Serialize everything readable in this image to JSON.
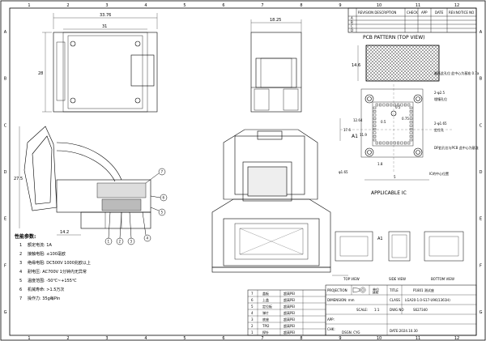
{
  "grid": {
    "cols": [
      "1",
      "2",
      "3",
      "4",
      "5",
      "6",
      "7",
      "8",
      "9",
      "10",
      "11",
      "12"
    ],
    "rows": [
      "A",
      "B",
      "C",
      "D",
      "E",
      "F",
      "G"
    ]
  },
  "revision": {
    "headers": [
      "REVISION DESCRIPTION",
      "CHECK",
      "APP",
      "DATE",
      "REV.NOTICE NO"
    ],
    "symbols": [
      "A",
      "B",
      "C",
      "D"
    ]
  },
  "dims": {
    "top_overall": "33.76",
    "top_inner": "31",
    "top_height": "28",
    "side_width": "18.25",
    "left_height": "27.5",
    "left_base": "14.2",
    "pcb_w": "14.6",
    "pcb_h": "17.6",
    "pcb_pitch_a": "0.5",
    "pcb_pitch_b": "0.5",
    "pcb_dim_c": "12.64",
    "pcb_dim_d": "11.9",
    "pcb_dim_e": "1.8",
    "pcb_dim_f": "5",
    "pcb_dim_g": "0.75"
  },
  "pcb": {
    "title": "PCB PATTERN (TOP VIEW)",
    "a1": "A1",
    "hole1": "2-φ2.5",
    "hole2": "2-φ1.65",
    "hole3": "φ1.65",
    "note1": "最低此孔位 此中心为基准 0.7a",
    "note2": "埋镶孔位",
    "note3": "定位孔",
    "note4": "DP此孔位与PCB 此中心为基准",
    "note5": "IC的中心位置",
    "applicable": "APPLICABLE IC"
  },
  "callouts": [
    "1",
    "2",
    "3",
    "4",
    "5",
    "6",
    "7"
  ],
  "specs": {
    "heading": "性能参数:",
    "items": [
      {
        "num": "1",
        "text": "额定电流: 1A"
      },
      {
        "num": "2",
        "text": "接触电阻: ≤100毫欧"
      },
      {
        "num": "3",
        "text": "绝缘电阻: DC500V 1000兆欧以上"
      },
      {
        "num": "4",
        "text": "耐电压:   AC700V 1分钟内无异常"
      },
      {
        "num": "5",
        "text": "温度范围: -50℃~+155℃"
      },
      {
        "num": "6",
        "text": "机械寿命: >1.5万次"
      },
      {
        "num": "7",
        "text": "操作力:   35g每Pin"
      }
    ]
  },
  "views": {
    "top": "TOP VIEW",
    "side": "SIDE VIEW",
    "bottom": "BOTTOM VIEW",
    "a1": "A1"
  },
  "parts": {
    "rows": [
      {
        "no": "7",
        "name": "盖板",
        "mat": "超高PEI"
      },
      {
        "no": "6",
        "name": "上盖",
        "mat": "超高PEI"
      },
      {
        "no": "5",
        "name": "定位板",
        "mat": "超高PEI"
      },
      {
        "no": "4",
        "name": "弹片",
        "mat": "超高PEI"
      },
      {
        "no": "3",
        "name": "底座",
        "mat": "超高PEI"
      },
      {
        "no": "2",
        "name": "TPI2",
        "mat": "超高PEI"
      },
      {
        "no": "1",
        "name": "探针",
        "mat": "超高PEI"
      }
    ]
  },
  "titleblock": {
    "projection": "PROJECTION",
    "unit": "单位",
    "unit_val": "MM",
    "title_label": "TITLE",
    "title_val": "P1801 测试座",
    "dimension": "DIMENSION: mm",
    "class_label": "CLASS",
    "class_val": "LGA20-1.0-S17-U96(1361H)",
    "scale_label": "SCALE:",
    "scale_val": "1:1",
    "dwg_label": "DWG NO",
    "dwg_val": "S627340",
    "app": "APP:",
    "chk": "CHK:",
    "desgl": "DSGN.  CYG",
    "date": "DATE:2024.10.30"
  }
}
